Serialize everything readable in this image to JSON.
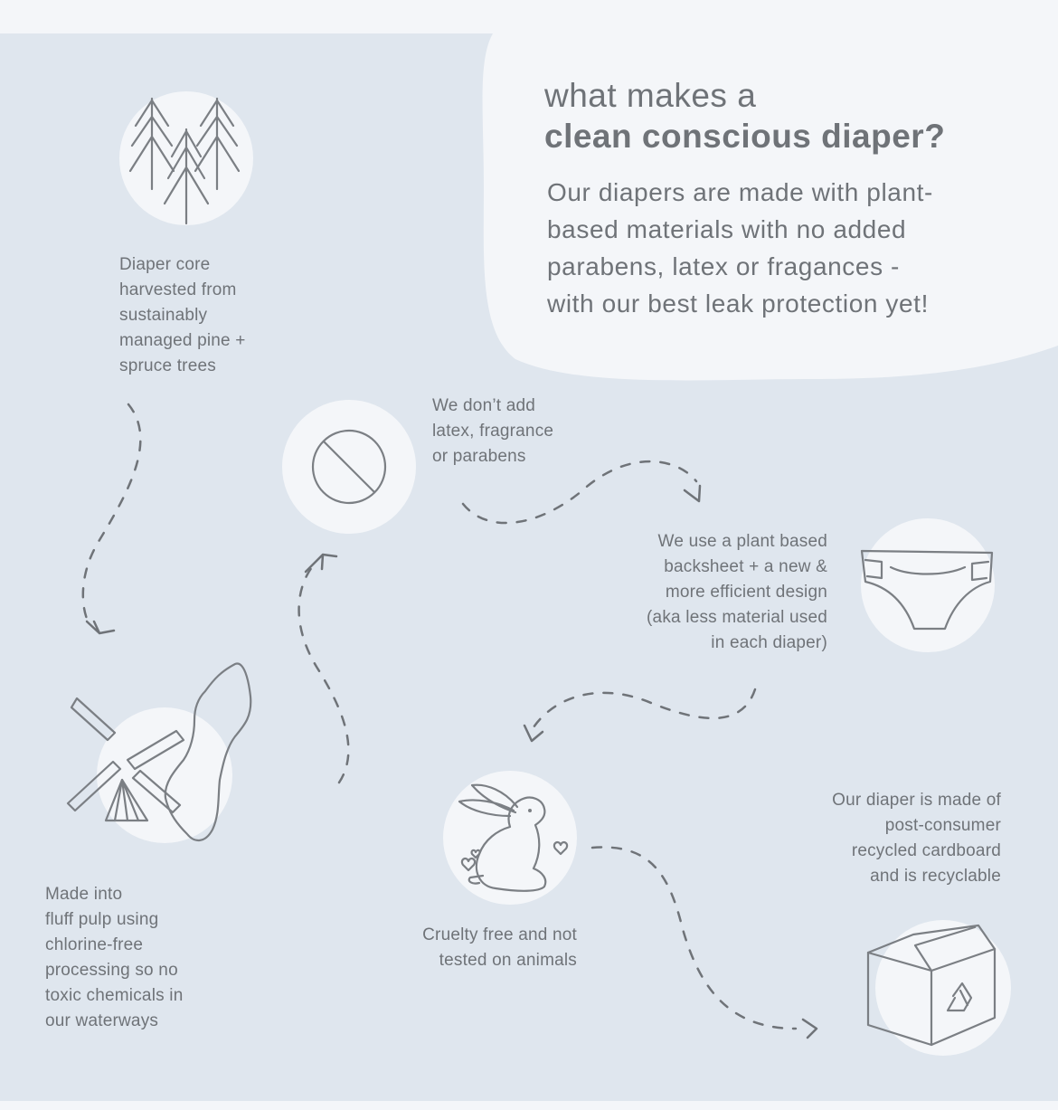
{
  "header": {
    "title_line1": "what makes a",
    "title_line2": "clean conscious diaper?",
    "intro": "Our diapers are made with plant-\nbased materials with no added\nparabens, latex or fragances -\nwith our best leak protection yet!"
  },
  "features": {
    "trees": "Diaper core\nharvested from\nsustainably\nmanaged pine +\nspruce trees",
    "no_additives": "We don’t add\nlatex, fragrance\nor parabens",
    "backsheet": "We use a plant based\nbacksheet + a new &\nmore efficient design\n(aka less material used\nin each diaper)",
    "fluff_pulp": "Made into\nfluff pulp using\nchlorine-free\nprocessing so no\ntoxic chemicals in\nour waterways",
    "cruelty_free": "Cruelty free and not\ntested on animals",
    "packaging": "Our diaper is made of\npost-consumer\nrecycled cardboard\nand is recyclable"
  },
  "icons": [
    "pine-trees-icon",
    "no-symbol-icon",
    "diaper-icon",
    "windmill-map-icon",
    "bunny-icon",
    "recycle-box-icon"
  ],
  "colors": {
    "panel": "#dfe6ee",
    "blob": "#f4f6f9",
    "text": "#6f7378"
  }
}
